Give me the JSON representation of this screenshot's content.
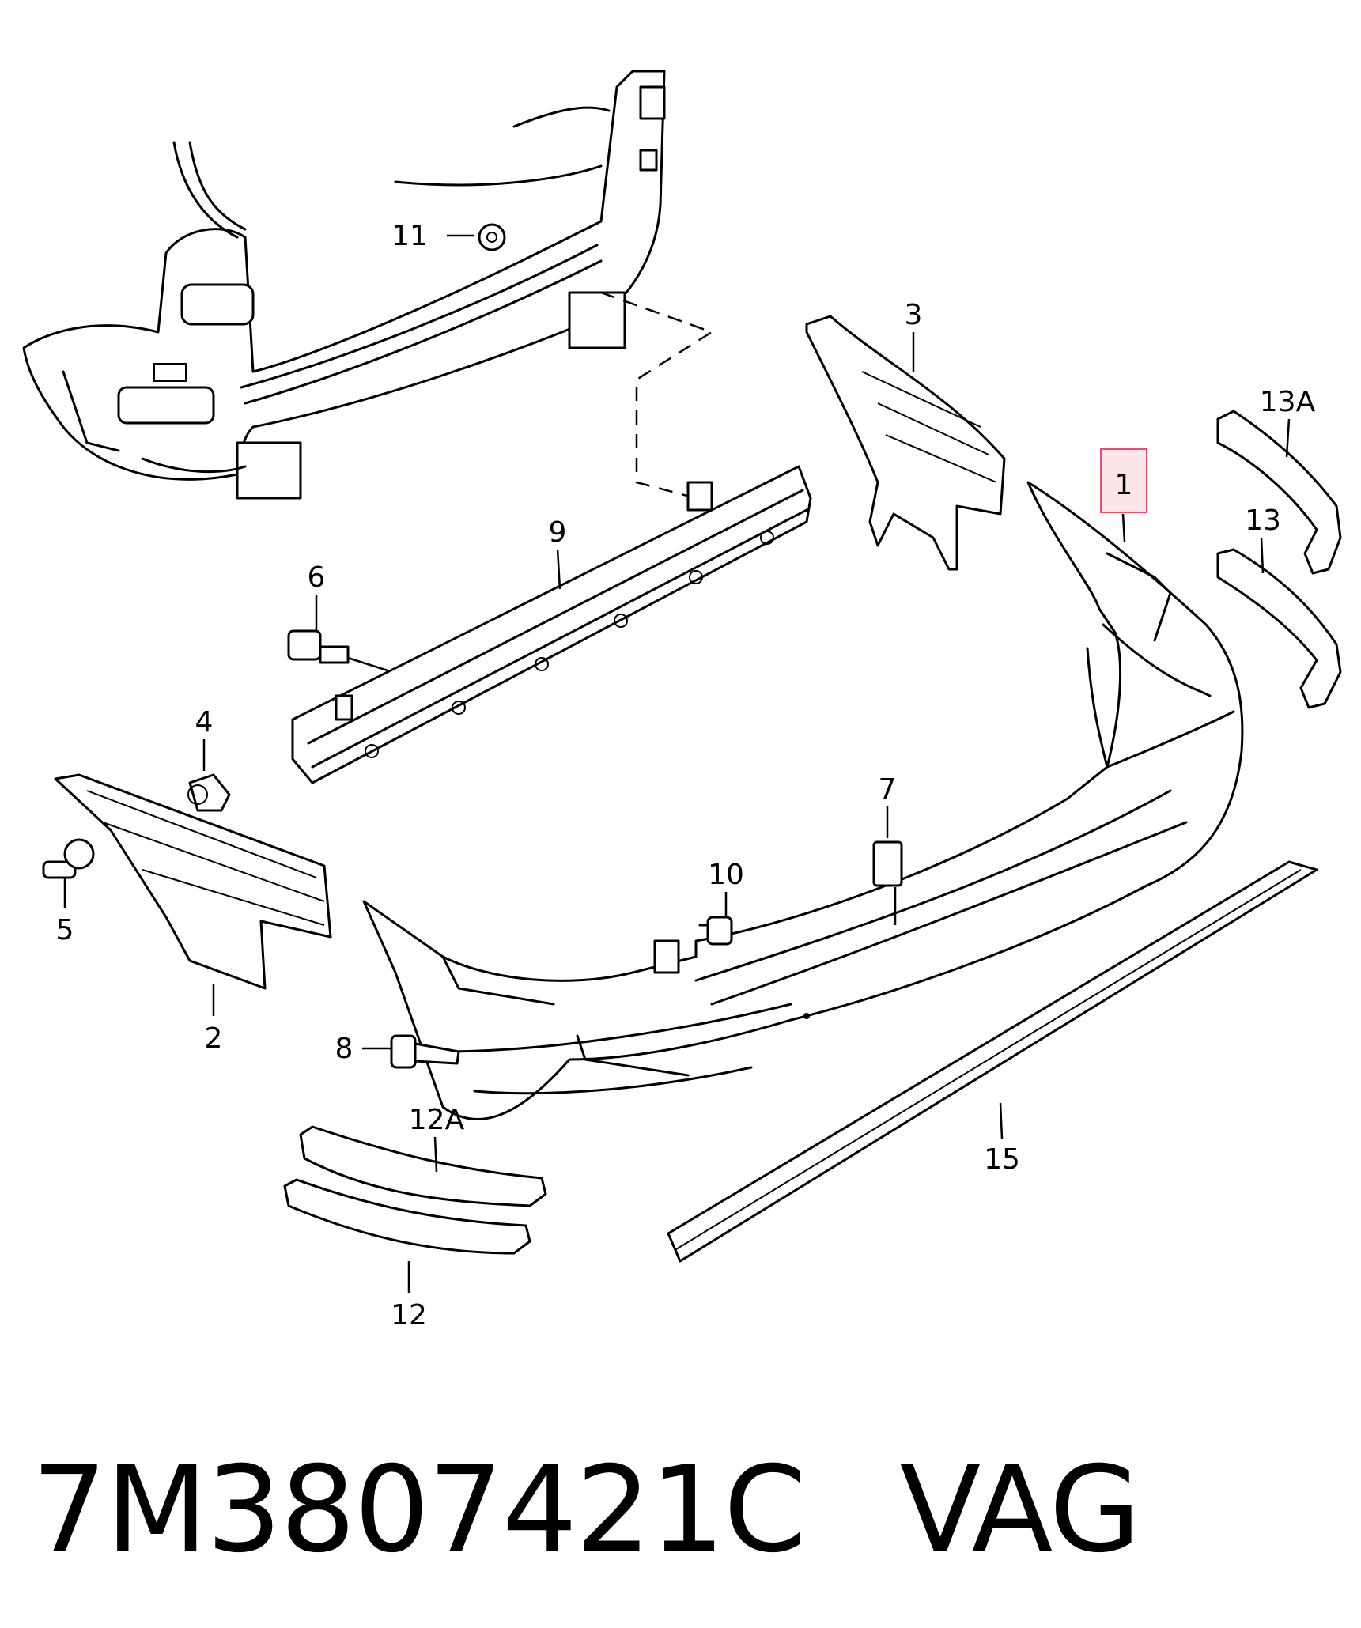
{
  "callouts": {
    "c1": "1",
    "c2": "2",
    "c3": "3",
    "c4": "4",
    "c5": "5",
    "c6": "6",
    "c7": "7",
    "c8": "8",
    "c9": "9",
    "c10": "10",
    "c11": "11",
    "c12": "12",
    "c12a": "12A",
    "c13": "13",
    "c13a": "13A",
    "c15": "15"
  },
  "highlight_color": "#e8506a",
  "caption": {
    "part_number": "7M3807421C",
    "brand": "VAG"
  }
}
